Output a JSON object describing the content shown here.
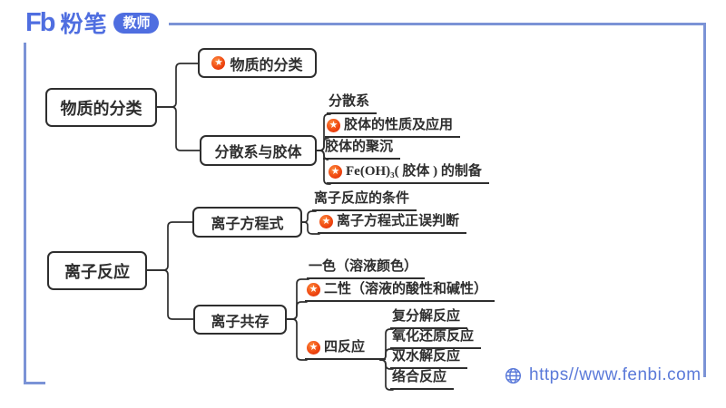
{
  "logo": {
    "mark": "Fb",
    "brand": "粉笔",
    "badge": "教师"
  },
  "footer": {
    "url": "https//www.fenbi.com"
  },
  "colors": {
    "ink": "#2e2e2e",
    "frame": "#7b93d6",
    "logo": "#4f6ee0",
    "star": "#e83811",
    "url": "#5b7ad9"
  },
  "mindmap": {
    "matter_root": "物质的分类",
    "matter_classification": "物质的分类",
    "dispersion_colloid": "分散系与胶体",
    "dispersion_system": "分散系",
    "colloid_properties": "胶体的性质及应用",
    "colloid_coagulation": "胶体的聚沉",
    "feoh3_preparation": "Fe(OH)₃( 胶体 ) 的制备",
    "ion_reaction_root": "离子反应",
    "ionic_equation": "离子方程式",
    "reaction_conditions": "离子反应的条件",
    "equation_judgment": "离子方程式正误判断",
    "ion_coexistence": "离子共存",
    "one_color": "一色（溶液颜色）",
    "two_properties": "二性（溶液的酸性和碱性）",
    "four_reactions": "四反应",
    "metathesis": "复分解反应",
    "redox": "氧化还原反应",
    "double_hydrolysis": "双水解反应",
    "complexation": "络合反应"
  }
}
